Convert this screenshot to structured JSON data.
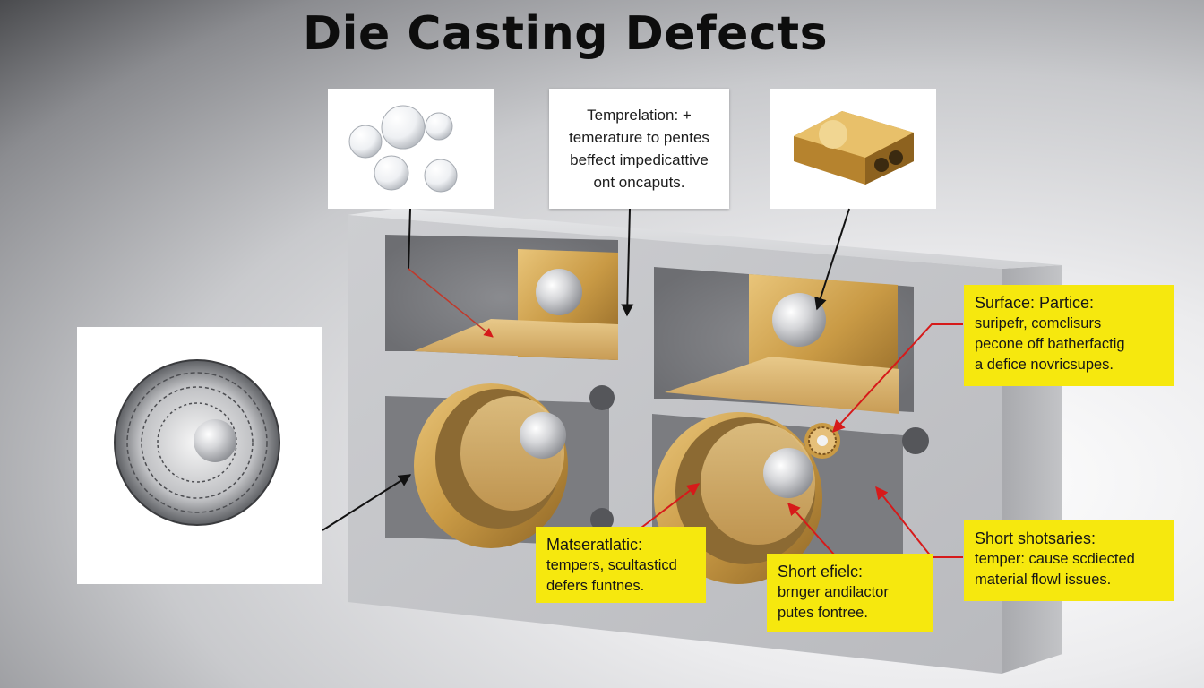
{
  "title": "Die Casting Defects",
  "top_center_panel": {
    "text": "Temprelation: +\ntemerature to pentes\nbeffect impedicattive\nont oncaputs."
  },
  "callouts": {
    "surface": {
      "title": "Surface: Partice:",
      "body": "suripefr, comclisurs\npecone off batherfactig\na defice novricsupes."
    },
    "material": {
      "title": "Matseratlatic:",
      "body": "tempers, scultasticd\ndefers funtnes."
    },
    "short_effect": {
      "title": "Short efielc:",
      "body": "brnger andilactor\nputes fontree."
    },
    "short_shots": {
      "title": "Short shotsaries:",
      "body": "temper: cause scdiected\nmaterial flowl issues."
    }
  },
  "colors": {
    "callout_yellow": "#f6e80e",
    "block_gray": "#c9cacd",
    "gold": "#c99a45",
    "red_leader": "#d61a1a",
    "black_leader": "#111111"
  }
}
